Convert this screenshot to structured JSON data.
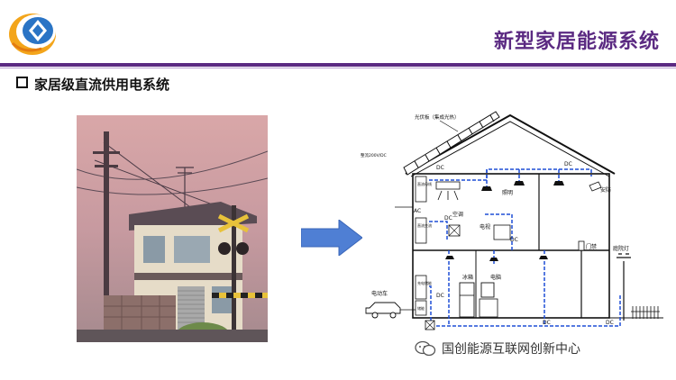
{
  "slide": {
    "title": "新型家居能源系统",
    "section_heading": "家居级直流供用电系统",
    "footer": "国创能源互联网创新中心"
  },
  "diagram": {
    "labels": {
      "pv": "光伏板（集成光热）",
      "inverter": "整流200V/DC",
      "dc1": "DC",
      "ac": "AC",
      "aircon": "空调",
      "light": "照明",
      "dc2": "DC",
      "dc_mid": "DC",
      "dc_right": "DC",
      "security": "安防",
      "tv": "电视",
      "doorbell": "门禁",
      "courtyard": "庭院灯",
      "fridge": "冰箱",
      "pc": "电脑",
      "ev": "电动车",
      "dc_floor": "DC",
      "dc_bottom1": "DC",
      "dc_bottom2": "DC",
      "box1": "直流母线",
      "box2": "直流交流",
      "box3": "充电储能",
      "box4": "储能"
    }
  },
  "colors": {
    "brand_purple": "#5b2a82",
    "wire_blue": "#1f4fd6",
    "arrow_blue": "#4f7fd4"
  }
}
